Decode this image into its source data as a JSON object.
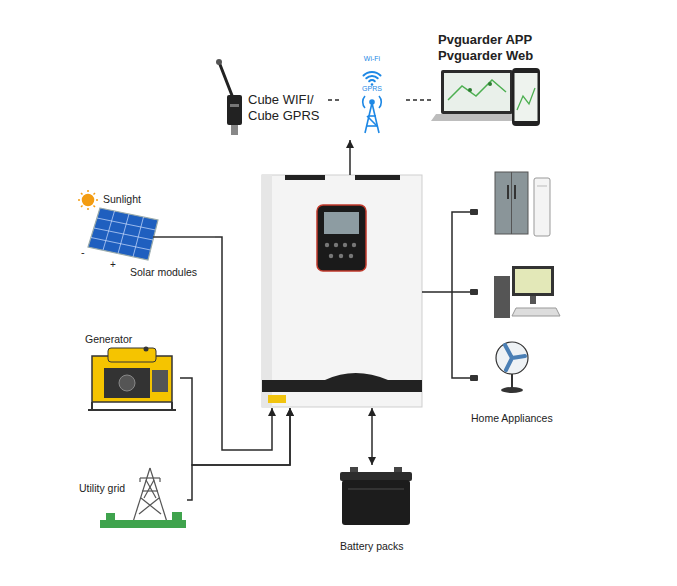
{
  "diagram": {
    "nodes": [
      {
        "text": [
          "Cube WIFI/ Cube GPRS"
        ]
      },
      {
        "text": [
          "Wi-Fi",
          "GPRS"
        ]
      },
      {
        "text": [
          "Pvguarder APP Pvguarder Web"
        ]
      },
      {
        "text": [
          "Sunlight",
          "Solar modules"
        ]
      },
      {
        "text": [
          "Generator"
        ]
      },
      {
        "text": [
          "Utility grid"
        ]
      },
      {
        "text": []
      },
      {
        "text": [
          "Home Appliances"
        ]
      },
      {
        "text": [
          "Battery packs"
        ]
      }
    ],
    "edges": [
      {
        "from": 6,
        "to": 1,
        "arrow": "to"
      },
      {
        "from": 0,
        "to": 1,
        "arrow": "none"
      },
      {
        "from": 1,
        "to": 2,
        "arrow": "none"
      },
      {
        "from": 3,
        "to": 6,
        "arrow": "to"
      },
      {
        "from": 4,
        "to": 6,
        "arrow": "to"
      },
      {
        "from": 5,
        "to": 6,
        "arrow": "to"
      },
      {
        "from": 6,
        "to": 7,
        "arrow": "none"
      },
      {
        "from": 6,
        "to": 8,
        "arrow": "both"
      }
    ],
    "labels": [
      "-",
      "+"
    ]
  }
}
